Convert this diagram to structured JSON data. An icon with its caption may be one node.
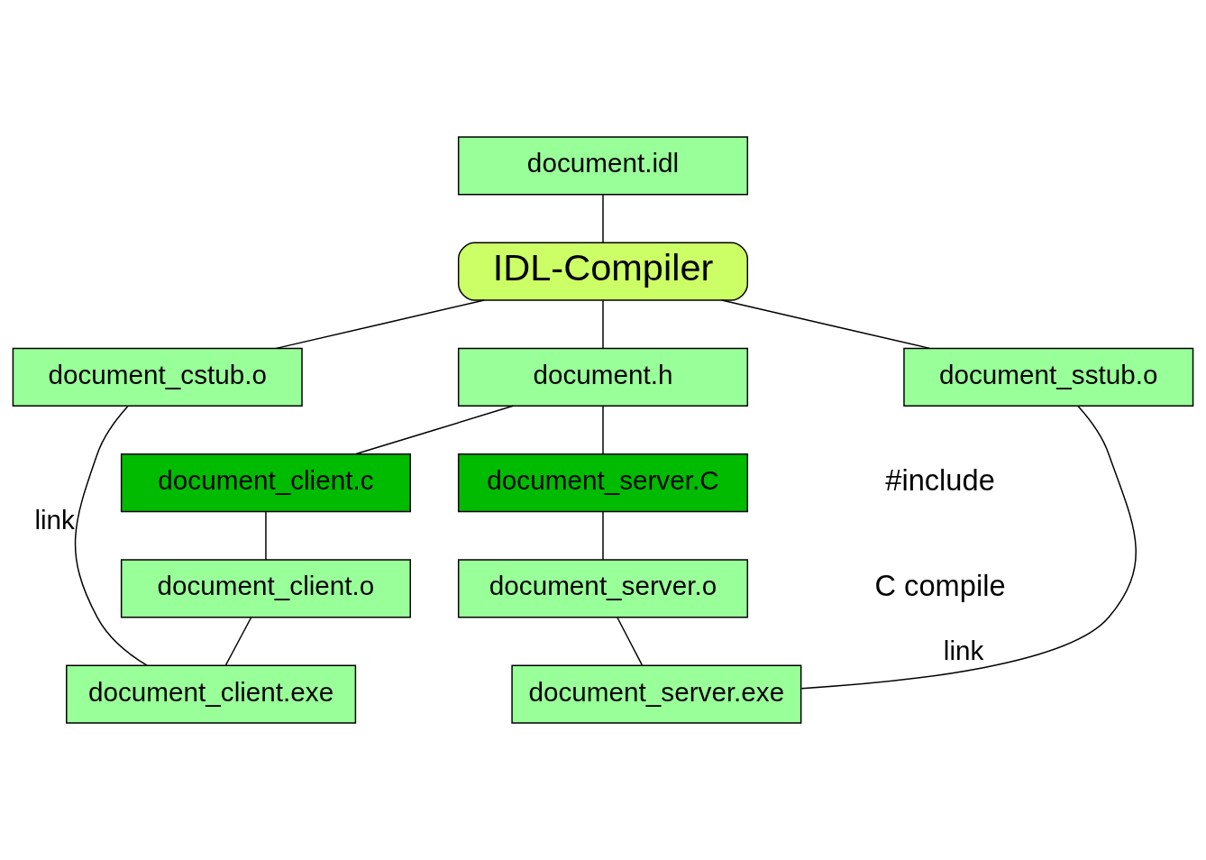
{
  "diagram": {
    "nodes": [
      {
        "text": [
          "document.idl"
        ]
      },
      {
        "text": [
          "IDL-Compiler"
        ]
      },
      {
        "text": [
          "document_cstub.o"
        ]
      },
      {
        "text": [
          "document.h"
        ]
      },
      {
        "text": [
          "document_sstub.o"
        ]
      },
      {
        "text": [
          "document_client.c"
        ]
      },
      {
        "text": [
          "document_server.C"
        ]
      },
      {
        "text": [
          "document_client.o"
        ]
      },
      {
        "text": [
          "document_server.o"
        ]
      },
      {
        "text": [
          "document_client.exe"
        ]
      },
      {
        "text": [
          "document_server.exe"
        ]
      }
    ],
    "edges": [
      {
        "from": 0,
        "to": 1,
        "arrow": "none"
      },
      {
        "from": 1,
        "to": 2,
        "arrow": "none"
      },
      {
        "from": 1,
        "to": 3,
        "arrow": "none"
      },
      {
        "from": 1,
        "to": 4,
        "arrow": "none"
      },
      {
        "from": 3,
        "to": 5,
        "arrow": "none"
      },
      {
        "from": 3,
        "to": 6,
        "arrow": "none"
      },
      {
        "from": 5,
        "to": 7,
        "arrow": "none"
      },
      {
        "from": 6,
        "to": 8,
        "arrow": "none"
      },
      {
        "from": 7,
        "to": 9,
        "arrow": "none"
      },
      {
        "from": 8,
        "to": 10,
        "arrow": "none"
      },
      {
        "from": 2,
        "to": 9,
        "arrow": "none",
        "label": "link"
      },
      {
        "from": 4,
        "to": 10,
        "arrow": "none",
        "label": "link"
      }
    ],
    "labels": [
      "#include",
      "C compile"
    ]
  }
}
